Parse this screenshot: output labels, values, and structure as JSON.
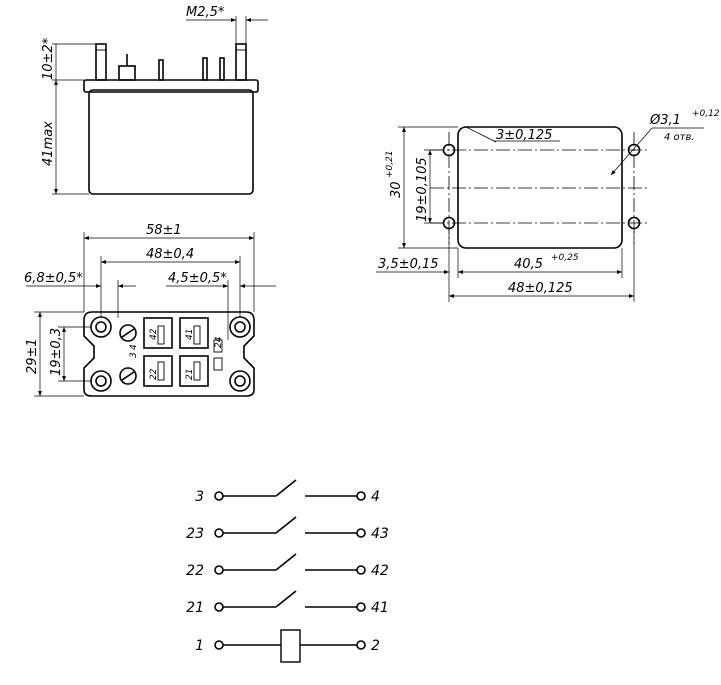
{
  "side_view": {
    "thread_label": "M2,5*",
    "pin_length_label": "10±2*",
    "height_label": "41max"
  },
  "bottom_view": {
    "width_label": "58±1",
    "hole_span_label": "48±0,4",
    "left_offset_label": "6,8±0,5*",
    "right_offset_label": "4,5±0,5*",
    "depth_label": "29±1",
    "hole_pitch_label": "19±0,3",
    "pin_labels": [
      "42",
      "41",
      "22",
      "21",
      "24",
      "3",
      "4"
    ]
  },
  "mounting": {
    "corner_label": "3±0,125",
    "hole_dia_label": "Ø3,1",
    "hole_dia_tol": "+0,12",
    "hole_count_label": "4 отв.",
    "height_label": "30",
    "height_tol": "+0,21",
    "hole_pitch_label": "19±0,105",
    "edge_label": "3,5±0,15",
    "inner_span_label": "40,5",
    "inner_span_tol": "+0,25",
    "hole_span_label": "48±0,125"
  },
  "schematic": {
    "contacts": [
      {
        "left": "3",
        "right": "4"
      },
      {
        "left": "23",
        "right": "43"
      },
      {
        "left": "22",
        "right": "42"
      },
      {
        "left": "21",
        "right": "41"
      }
    ],
    "coil": {
      "left": "1",
      "right": "2"
    }
  }
}
